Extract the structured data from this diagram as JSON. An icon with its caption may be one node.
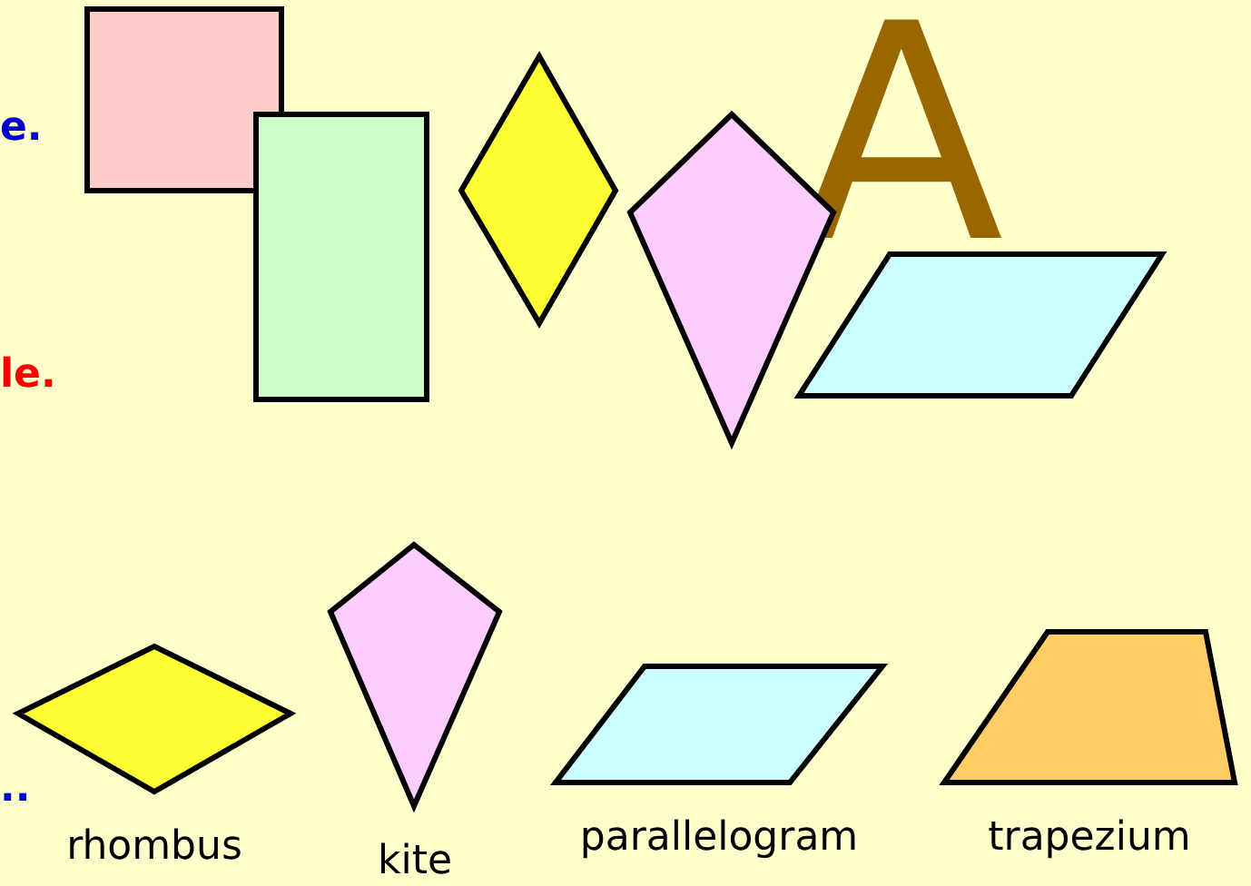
{
  "diagram": {
    "nodes": [
      {
        "text": [],
        "shape": "box"
      },
      {
        "text": [],
        "shape": "box"
      },
      {
        "text": [],
        "shape": "diamond"
      },
      {
        "text": [],
        "shape": "kite"
      },
      {
        "text": [],
        "shape": "parallelogram"
      },
      {
        "text": [
          "rhombus"
        ]
      },
      {
        "text": [
          "kite"
        ]
      },
      {
        "text": [
          "parallelogram"
        ]
      },
      {
        "text": [
          "trapezium"
        ]
      }
    ],
    "labels": [
      "e.",
      "A",
      "le.",
      ".."
    ]
  }
}
